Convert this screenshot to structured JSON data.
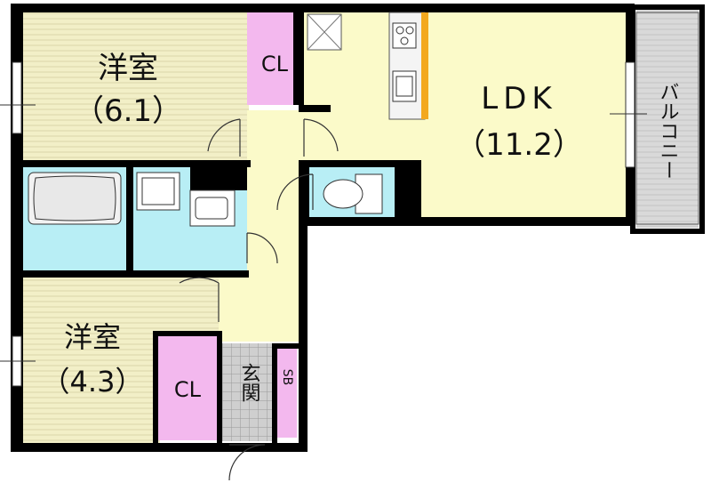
{
  "rooms": {
    "western_room_1": {
      "name": "洋室",
      "size": "（6.1）"
    },
    "western_room_2": {
      "name": "洋室",
      "size": "（4.3）"
    },
    "ldk": {
      "name": "LDK",
      "size": "（11.2）"
    },
    "balcony": {
      "name": "バルコニー"
    },
    "closet_1": {
      "name": "CL"
    },
    "closet_2": {
      "name": "CL"
    },
    "entrance": {
      "name": "玄関"
    },
    "shoe_box": {
      "name": "SB"
    }
  },
  "colors": {
    "wall": "#000000",
    "western_floor": "#F2EFC7",
    "ldk_floor": "#FBFAC9",
    "closet": "#F3B8EE",
    "wet_area": "#B8EEF5",
    "entrance_tile": "#CFCFCF",
    "balcony": "#D9D9D9",
    "kitchen_counter": "#F3A81E",
    "corridor": "#FBFAC9"
  }
}
